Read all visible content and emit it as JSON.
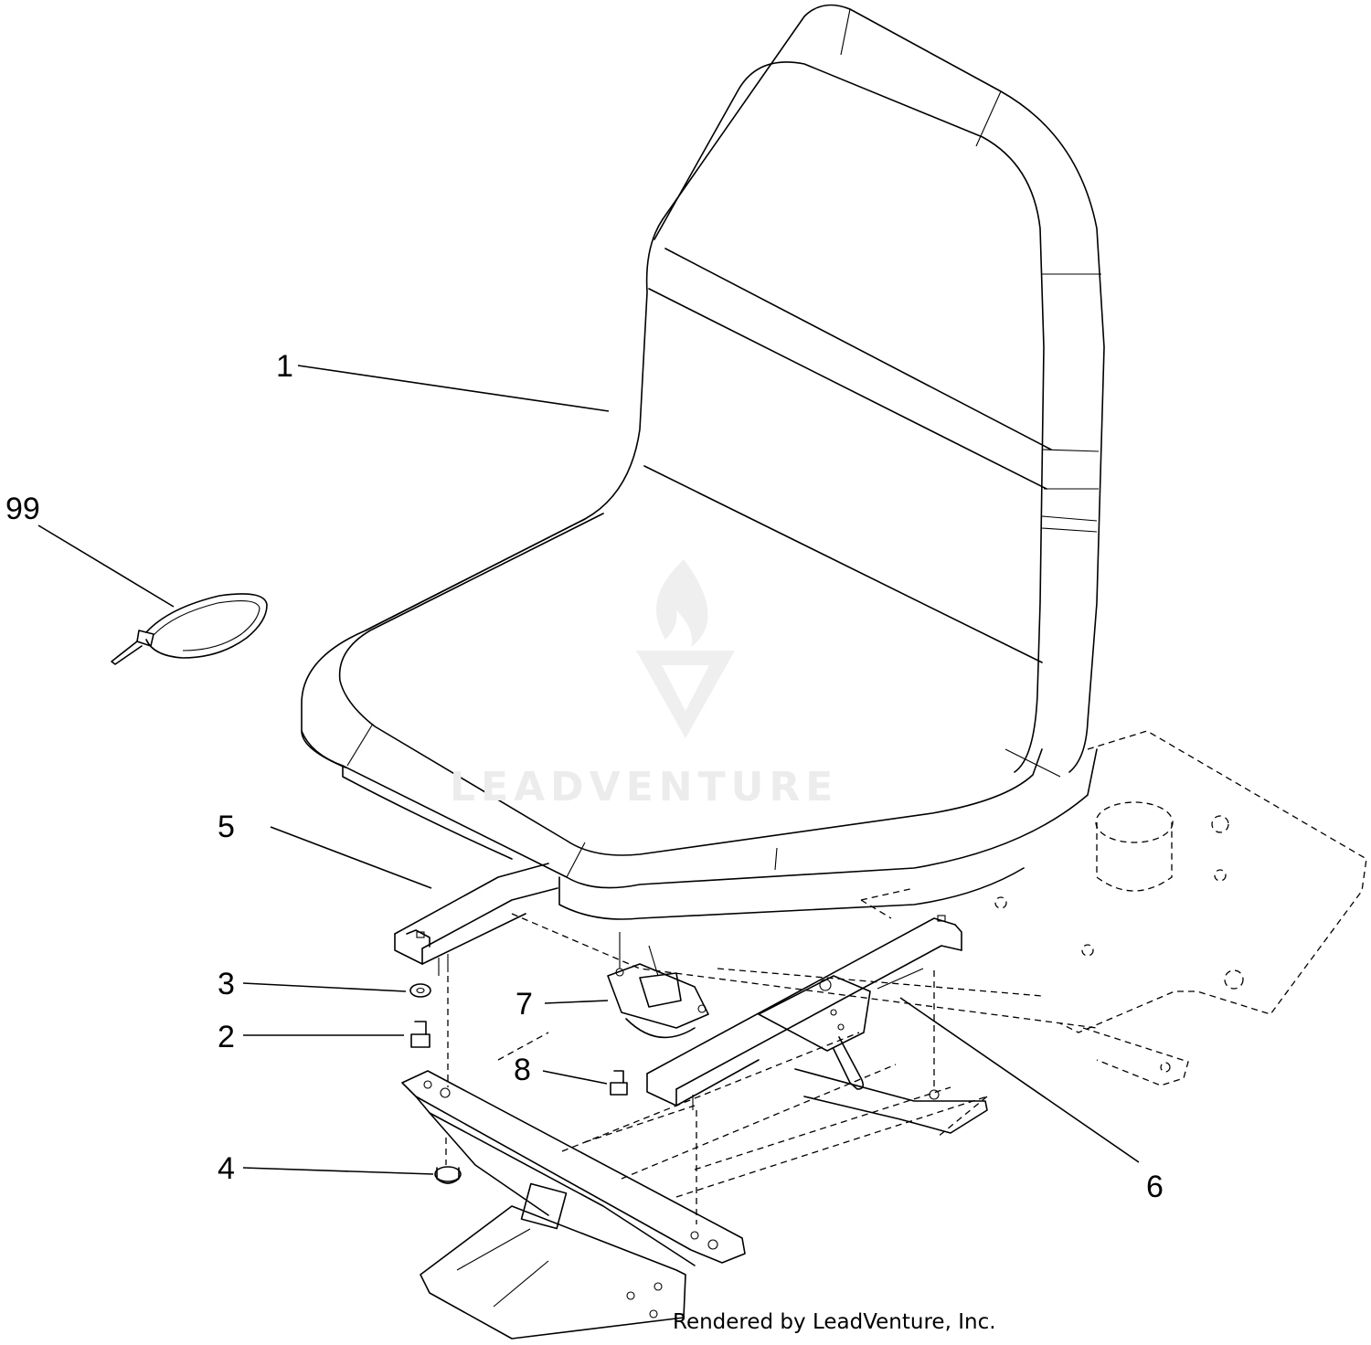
{
  "diagram": {
    "callouts": [
      {
        "id": "1",
        "label": "1"
      },
      {
        "id": "2",
        "label": "2"
      },
      {
        "id": "3",
        "label": "3"
      },
      {
        "id": "4",
        "label": "4"
      },
      {
        "id": "5",
        "label": "5"
      },
      {
        "id": "6",
        "label": "6"
      },
      {
        "id": "7",
        "label": "7"
      },
      {
        "id": "8",
        "label": "8"
      },
      {
        "id": "99",
        "label": "99"
      }
    ],
    "watermark": "LEADVENTURE",
    "credit": "Rendered by LeadVenture, Inc."
  }
}
